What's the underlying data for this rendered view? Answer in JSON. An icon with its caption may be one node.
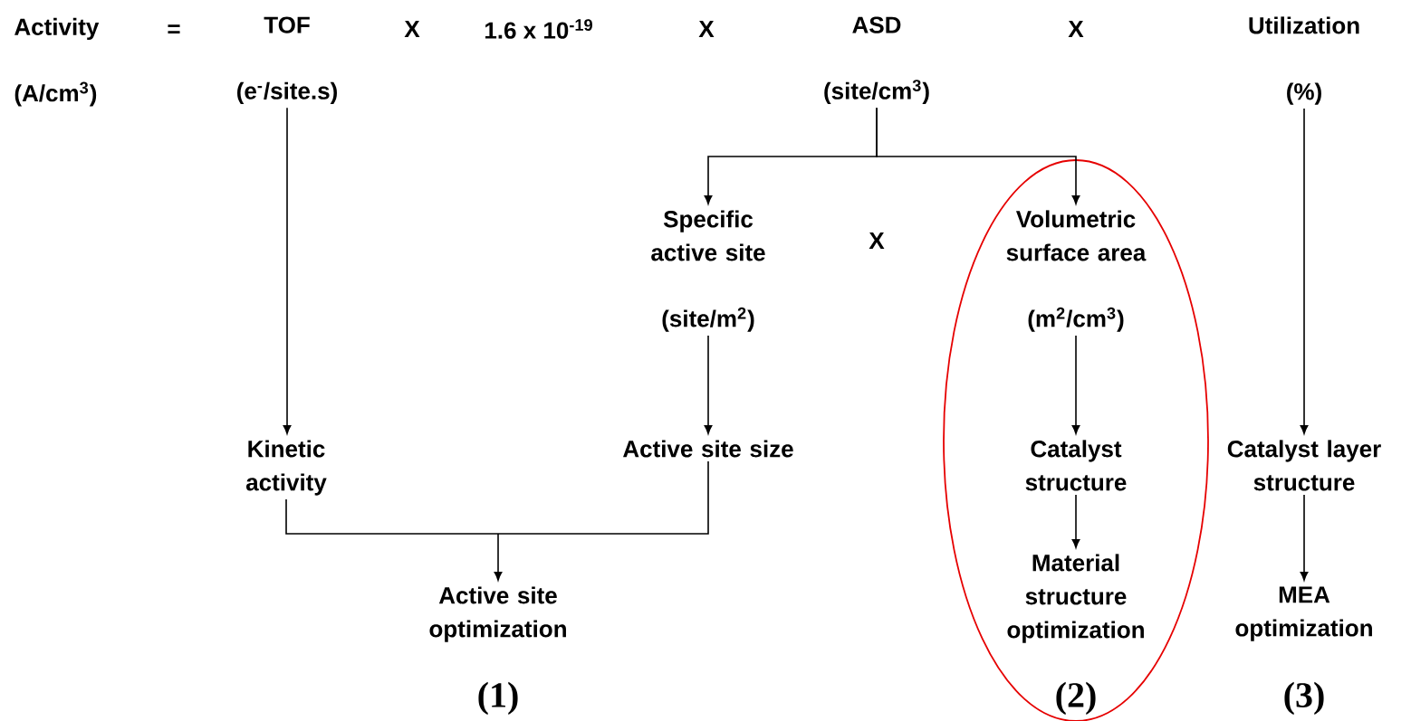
{
  "diagram": {
    "nodes": [
      {
        "text": [
          "TOF",
          "(e$^{-}$/site.s)"
        ]
      },
      {
        "text": [
          "ASD",
          "(site/cm$^{3}$)"
        ]
      },
      {
        "text": [
          "Utilization",
          "(%)"
        ]
      },
      {
        "text": [
          "Specific active site",
          "(site/m$^{2}$)"
        ]
      },
      {
        "text": [],
        "shape": "ellipse"
      },
      {
        "text": [
          "Volumetric surface area",
          "(m$^{2}$/cm$^{3}$)"
        ],
        "in": 4
      },
      {
        "text": [
          "Kinetic activity"
        ]
      },
      {
        "text": [
          "Active site size"
        ]
      },
      {
        "text": [
          "Catalyst structure"
        ],
        "in": 4
      },
      {
        "text": [
          "Catalyst layer structure"
        ]
      },
      {
        "text": [
          "Active site optimization"
        ]
      },
      {
        "text": [
          "Material structure optimization"
        ],
        "in": 4
      },
      {
        "text": [
          "MEA optimization"
        ]
      }
    ],
    "edges": [
      {
        "from": 0,
        "to": 6,
        "arrow": "to"
      },
      {
        "from": 1,
        "to": 3,
        "arrow": "to"
      },
      {
        "from": 1,
        "to": 5,
        "arrow": "to"
      },
      {
        "from": 2,
        "to": 9,
        "arrow": "to"
      },
      {
        "from": 3,
        "to": 7,
        "arrow": "to"
      },
      {
        "from": 5,
        "to": 8,
        "arrow": "to"
      },
      {
        "from": 6,
        "to": 10,
        "arrow": "to"
      },
      {
        "from": 7,
        "to": 10,
        "arrow": "to"
      },
      {
        "from": 8,
        "to": 11,
        "arrow": "to"
      },
      {
        "from": 9,
        "to": 12,
        "arrow": "to"
      }
    ],
    "labels": [
      "Activity",
      "=",
      "X",
      "1.6 x 10$^{-19}$",
      "X",
      "X",
      "(A/cm$^{3}$)",
      "X",
      "(1)",
      "(2)",
      "(3)"
    ]
  }
}
